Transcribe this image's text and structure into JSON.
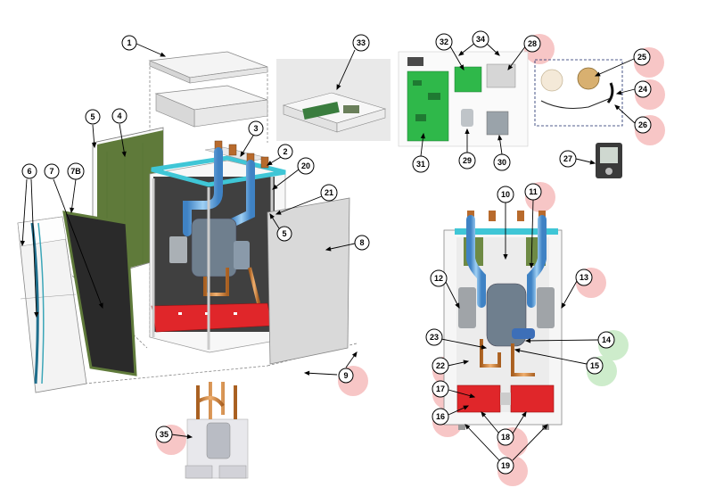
{
  "diagram": {
    "callouts": [
      {
        "id": "1",
        "text": "1",
        "pink": false,
        "green": false
      },
      {
        "id": "2",
        "text": "2",
        "pink": false,
        "green": false
      },
      {
        "id": "3",
        "text": "3",
        "pink": false,
        "green": false
      },
      {
        "id": "4",
        "text": "4",
        "pink": false,
        "green": false
      },
      {
        "id": "5a",
        "text": "5",
        "pink": false,
        "green": false
      },
      {
        "id": "5b",
        "text": "5",
        "pink": false,
        "green": false
      },
      {
        "id": "6",
        "text": "6",
        "pink": false,
        "green": false
      },
      {
        "id": "7",
        "text": "7",
        "pink": false,
        "green": false
      },
      {
        "id": "7B",
        "text": "7B",
        "pink": false,
        "green": false
      },
      {
        "id": "8",
        "text": "8",
        "pink": false,
        "green": false
      },
      {
        "id": "9",
        "text": "9",
        "pink": true,
        "green": false
      },
      {
        "id": "10",
        "text": "10",
        "pink": false,
        "green": false
      },
      {
        "id": "11",
        "text": "11",
        "pink": true,
        "green": false
      },
      {
        "id": "12",
        "text": "12",
        "pink": false,
        "green": false
      },
      {
        "id": "13",
        "text": "13",
        "pink": true,
        "green": false
      },
      {
        "id": "14",
        "text": "14",
        "pink": false,
        "green": true
      },
      {
        "id": "15",
        "text": "15",
        "pink": false,
        "green": true
      },
      {
        "id": "16",
        "text": "16",
        "pink": true,
        "green": false
      },
      {
        "id": "17",
        "text": "17",
        "pink": true,
        "green": false
      },
      {
        "id": "18",
        "text": "18",
        "pink": true,
        "green": false
      },
      {
        "id": "19",
        "text": "19",
        "pink": true,
        "green": false
      },
      {
        "id": "20",
        "text": "20",
        "pink": false,
        "green": false
      },
      {
        "id": "21",
        "text": "21",
        "pink": false,
        "green": false
      },
      {
        "id": "22",
        "text": "22",
        "pink": true,
        "green": false
      },
      {
        "id": "23",
        "text": "23",
        "pink": false,
        "green": false
      },
      {
        "id": "24",
        "text": "24",
        "pink": true,
        "green": false
      },
      {
        "id": "25",
        "text": "25",
        "pink": true,
        "green": false
      },
      {
        "id": "26",
        "text": "26",
        "pink": true,
        "green": false
      },
      {
        "id": "27",
        "text": "27",
        "pink": false,
        "green": false
      },
      {
        "id": "28",
        "text": "28",
        "pink": true,
        "green": false
      },
      {
        "id": "29",
        "text": "29",
        "pink": false,
        "green": false
      },
      {
        "id": "30",
        "text": "30",
        "pink": false,
        "green": false
      },
      {
        "id": "31",
        "text": "31",
        "pink": false,
        "green": false
      },
      {
        "id": "32",
        "text": "32",
        "pink": false,
        "green": false
      },
      {
        "id": "33",
        "text": "33",
        "pink": false,
        "green": false
      },
      {
        "id": "34",
        "text": "34",
        "pink": false,
        "green": false
      },
      {
        "id": "35",
        "text": "35",
        "pink": true,
        "green": false
      }
    ]
  },
  "colors": {
    "panel_green": "#5f7a3a",
    "panel_dark": "#2a2a2a",
    "panel_white": "#f2f2f2",
    "panel_grey": "#d9d9d9",
    "frame_cyan": "#3fc6d6",
    "pipe_blue": "#6aaee0",
    "pipe_copper": "#d9924a",
    "tank_red": "#e0262a",
    "pcb_green": "#2fb84a",
    "highlight_pink": "#f7c6c6",
    "highlight_green": "#cdeccb"
  }
}
